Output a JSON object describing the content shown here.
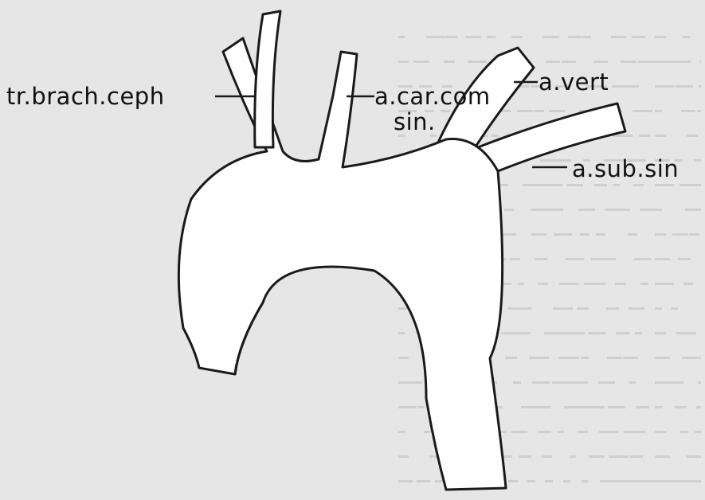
{
  "diagram": {
    "labels": {
      "tr_brach_ceph": "tr.brach.ceph",
      "a_car_com_line1": "a.car.com",
      "a_car_com_line2": "sin.",
      "a_vert": "a.vert",
      "a_sub_sin": "a.sub.sin"
    },
    "colors": {
      "paper": "#e6e6e6",
      "vessel_fill": "#ffffff",
      "ink": "#1a1a1a"
    }
  }
}
